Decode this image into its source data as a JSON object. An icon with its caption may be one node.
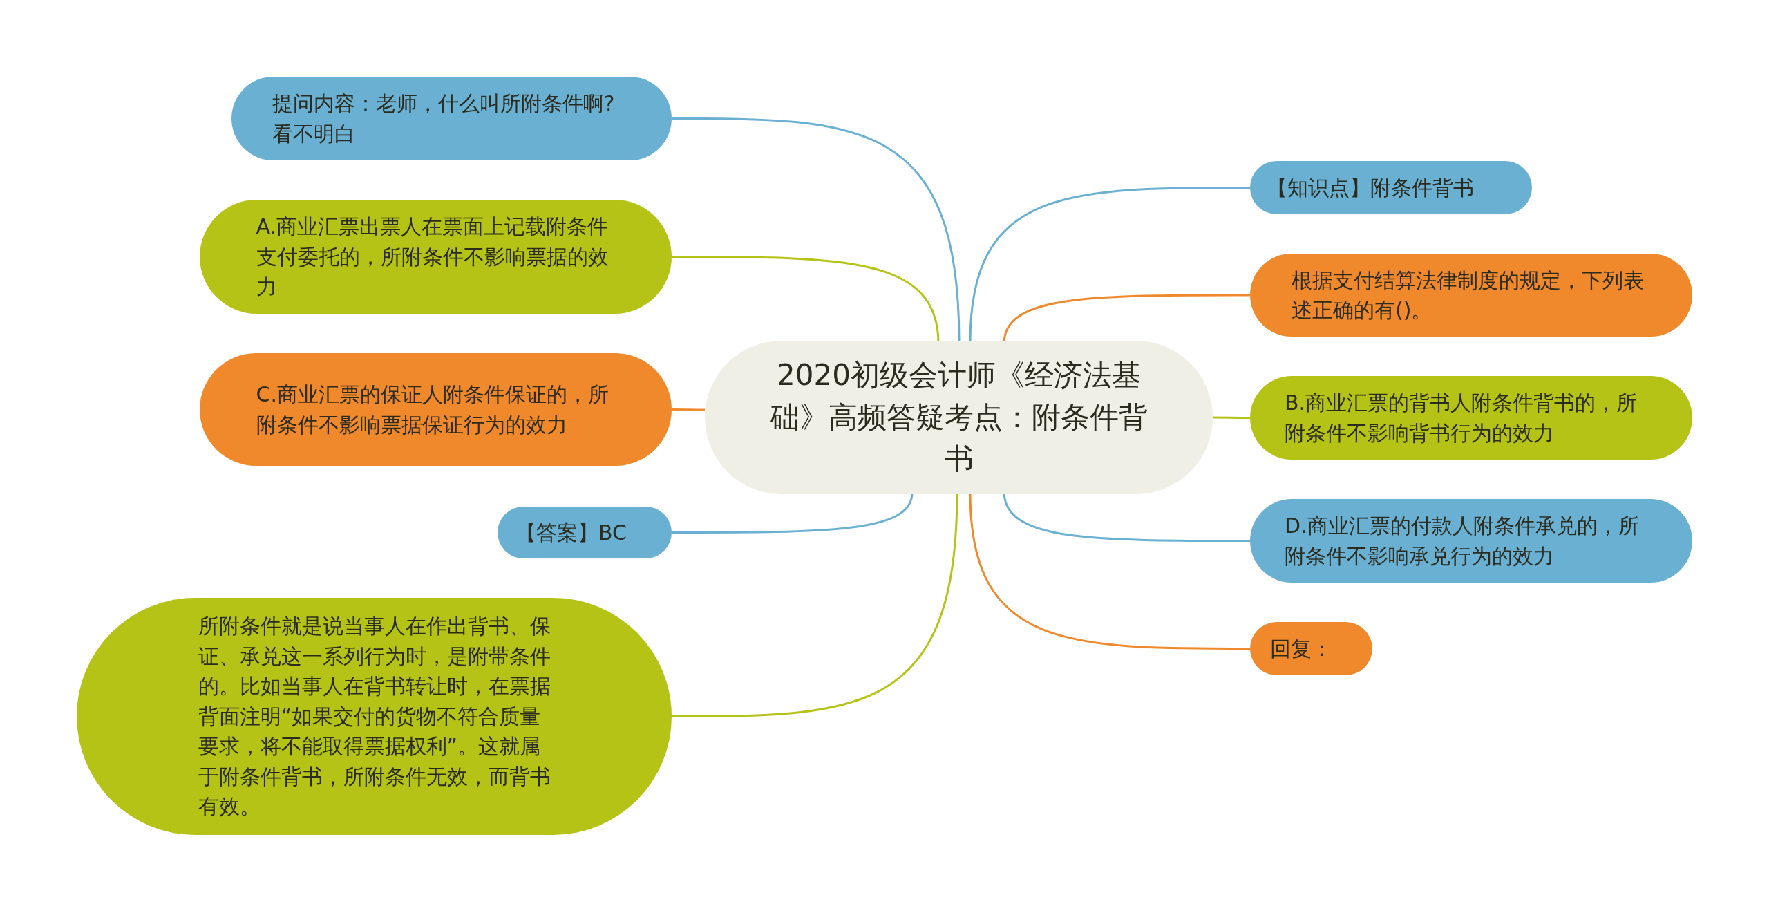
{
  "diagram": {
    "nodes": [
      {
        "text": [
          "2020初级会计师《经济法基础》高频答疑考点：附条件背书"
        ]
      },
      {
        "text": [
          "提问内容：老师，什么叫所附条件啊?看不明白"
        ]
      },
      {
        "text": [
          "A.商业汇票出票人在票面上记载附条件支付委托的，所附条件不影响票据的效力"
        ]
      },
      {
        "text": [
          "C.商业汇票的保证人附条件保证的，所附条件不影响票据保证行为的效力"
        ]
      },
      {
        "text": [
          "【答案】BC"
        ]
      },
      {
        "text": [
          "所附条件就是说当事人在作出背书、保证、承兑这一系列行为时，是附带条件的。比如当事人在背书转让时，在票据背面注明“如果交付的货物不符合质量要求，将不能取得票据权利”。这就属于附条件背书，所附条件无效，而背书有效。"
        ]
      },
      {
        "text": [
          "【知识点】附条件背书"
        ]
      },
      {
        "text": [
          "根据支付结算法律制度的规定，下列表述正确的有()。"
        ]
      },
      {
        "text": [
          "B.商业汇票的背书人附条件背书的，所附条件不影响背书行为的效力"
        ]
      },
      {
        "text": [
          "D.商业汇票的付款人附条件承兑的，所附条件不影响承兑行为的效力"
        ]
      },
      {
        "text": [
          "回复："
        ]
      }
    ],
    "edges": [
      {
        "from": 0,
        "to": 1,
        "arrow": "none"
      },
      {
        "from": 0,
        "to": 2,
        "arrow": "none",
        "color": "#b5c316"
      },
      {
        "from": 0,
        "to": 3,
        "arrow": "none",
        "color": "#f0892c"
      },
      {
        "from": 0,
        "to": 4,
        "arrow": "none"
      },
      {
        "from": 0,
        "to": 5,
        "arrow": "none",
        "color": "#b5c316"
      },
      {
        "from": 0,
        "to": 6,
        "arrow": "none"
      },
      {
        "from": 0,
        "to": 7,
        "arrow": "none",
        "color": "#f0892c"
      },
      {
        "from": 0,
        "to": 8,
        "arrow": "none",
        "color": "#b5c316"
      },
      {
        "from": 0,
        "to": 9,
        "arrow": "none"
      },
      {
        "from": 0,
        "to": 10,
        "arrow": "none",
        "color": "#f0892c"
      }
    ]
  }
}
